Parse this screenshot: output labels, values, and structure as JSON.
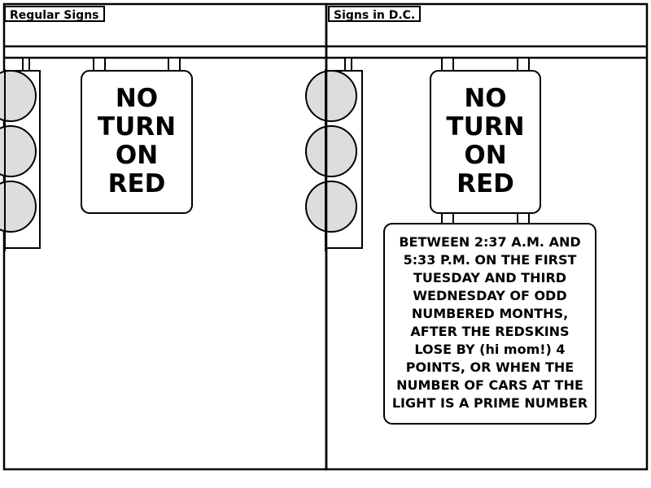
{
  "panels": [
    {
      "caption": "Regular Signs",
      "sign": {
        "lines": [
          "NO",
          "TURN",
          "ON",
          "RED"
        ]
      }
    },
    {
      "caption": "Signs in D.C.",
      "sign": {
        "lines": [
          "NO",
          "TURN",
          "ON",
          "RED"
        ]
      },
      "extra_sign": {
        "lines": [
          "BETWEEN 2:37 A.M. AND",
          "5:33 P.M. ON THE FIRST",
          "TUESDAY AND THIRD",
          "WEDNESDAY OF ODD",
          "NUMBERED MONTHS,",
          "AFTER THE REDSKINS",
          "LOSE BY (hi mom!) 4",
          "POINTS, OR WHEN THE",
          "NUMBER OF CARS AT THE",
          "LIGHT IS A PRIME NUMBER"
        ]
      }
    }
  ]
}
